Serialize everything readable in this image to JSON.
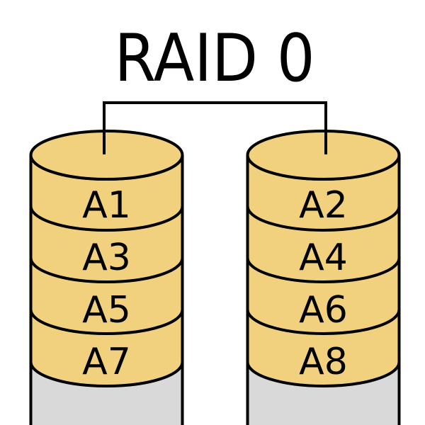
{
  "title": "RAID 0",
  "colors": {
    "platter_fill": "#f2d17e",
    "lower_body_fill": "#d9d9d9",
    "outline": "#000000",
    "background": "#ffffff"
  },
  "disks": [
    {
      "id": "disk-1",
      "blocks": [
        "A1",
        "A3",
        "A5",
        "A7"
      ]
    },
    {
      "id": "disk-2",
      "blocks": [
        "A2",
        "A4",
        "A6",
        "A8"
      ]
    }
  ]
}
